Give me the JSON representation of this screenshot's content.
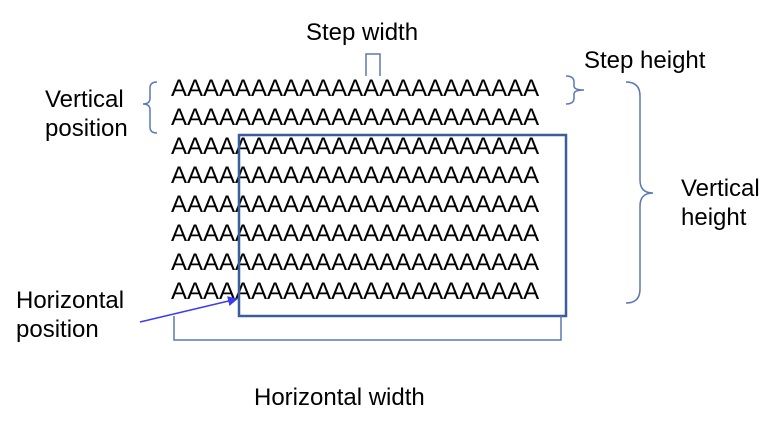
{
  "labels": {
    "step_width": "Step width",
    "step_height": "Step height",
    "vertical_position": [
      "Vertical",
      "position"
    ],
    "vertical_height": [
      "Vertical",
      "height"
    ],
    "horizontal_position": [
      "Horizontal",
      "position"
    ],
    "horizontal_width": "Horizontal width"
  },
  "grid": {
    "rows": [
      "AAAAAAAAAAAAAAAAAAAAAAA",
      "AAAAAAAAAAAAAAAAAAAAAAA",
      "AAAAAAAAAAAAAAAAAAAAAAA",
      "AAAAAAAAAAAAAAAAAAAAAAA",
      "AAAAAAAAAAAAAAAAAAAAAAA",
      "AAAAAAAAAAAAAAAAAAAAAAA",
      "AAAAAAAAAAAAAAAAAAAAAAA",
      "AAAAAAAAAAAAAAAAAAAAAAA"
    ]
  },
  "colors": {
    "selection_box": "#3a5e9a",
    "brace": "#5b78b4",
    "pointer_arrow": "#3c3cf0"
  }
}
